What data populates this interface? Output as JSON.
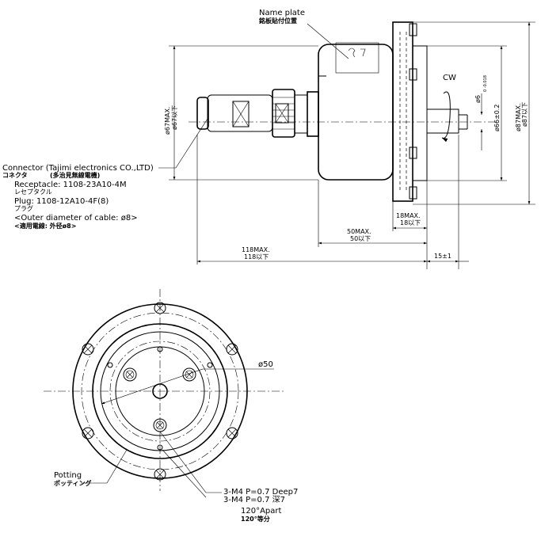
{
  "labels": {
    "name_plate": "Name plate",
    "name_plate_jp": "銘板貼付位置",
    "connector": "Connector (Tajimi electronics CO.,LTD)",
    "connector_jp": "コネクタ",
    "connector_maker_jp": "(多治見無線電機)",
    "receptacle": "Receptacle: 1108-23A10-4M",
    "receptacle_jp": "レセプタクル",
    "plug": "Plug: 1108-12A10-4F(8)",
    "plug_jp": "プラグ",
    "cable": "<Outer diameter of cable: ø8>",
    "cable_jp": "<適用電線: 外径ø8>",
    "cw": "CW",
    "potting": "Potting",
    "potting_jp": "ポッティング",
    "m4_en": "3-M4 P=0.7 Deep7",
    "m4_jp": "3-M4 P=0.7 深7",
    "apart_en": "120°Apart",
    "apart_jp": "120°等分"
  },
  "dimensions": {
    "d67_max": "ø67MAX.",
    "d67_jp": "ø67以下",
    "d6": "ø6",
    "d6_tol": "0 -0.018",
    "d66": "ø66±0.2",
    "d87_max": "ø87MAX.",
    "d87_jp": "ø87以下",
    "l18_max": "18MAX.",
    "l18_jp": "18以下",
    "l50_max": "50MAX.",
    "l50_jp": "50以下",
    "l118_max": "118MAX.",
    "l118_jp": "118以下",
    "l15": "15±1",
    "d50": "ø50"
  }
}
